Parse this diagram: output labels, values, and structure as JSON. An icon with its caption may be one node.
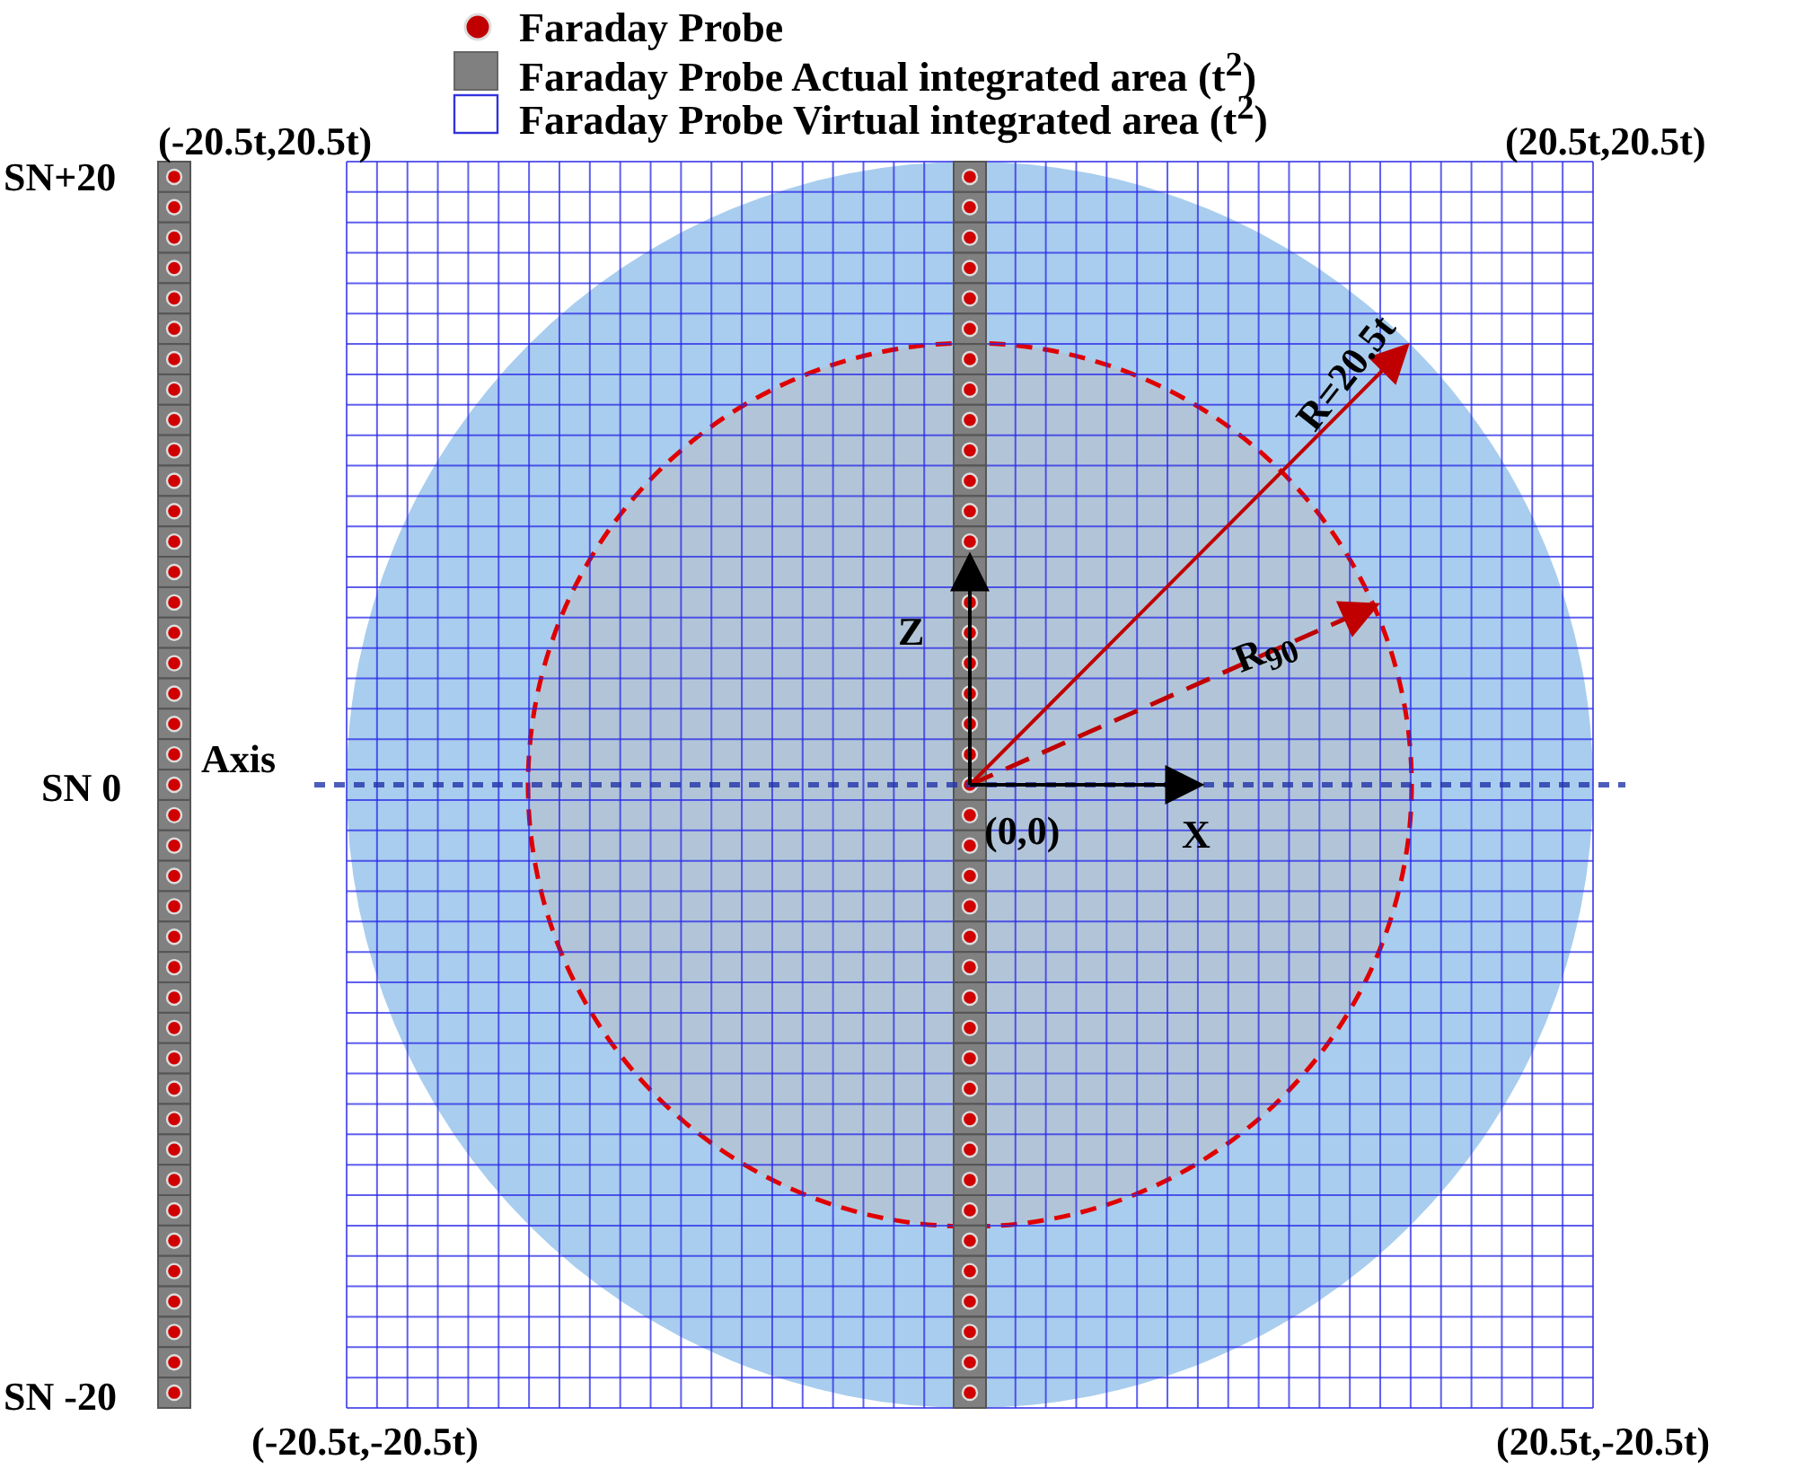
{
  "diagram": {
    "labels": [
      "(-20.5t,20.5t)",
      "(20.5t,20.5t)",
      "SN+20",
      "R=20.5t",
      "Z",
      "R$_{90}$",
      "Axis",
      "SN 0",
      "(0,0)",
      "X",
      "SN -20",
      "(-20.5t,-20.5t)",
      "(20.5t,-20.5t)"
    ],
    "legend": [
      {
        "text": "Faraday Probe"
      },
      {
        "text": "Faraday Probe Actual integrated area (t$^{2}$)"
      },
      {
        "text": "Faraday Probe Virtual integrated area (t$^{2}$)"
      }
    ]
  }
}
